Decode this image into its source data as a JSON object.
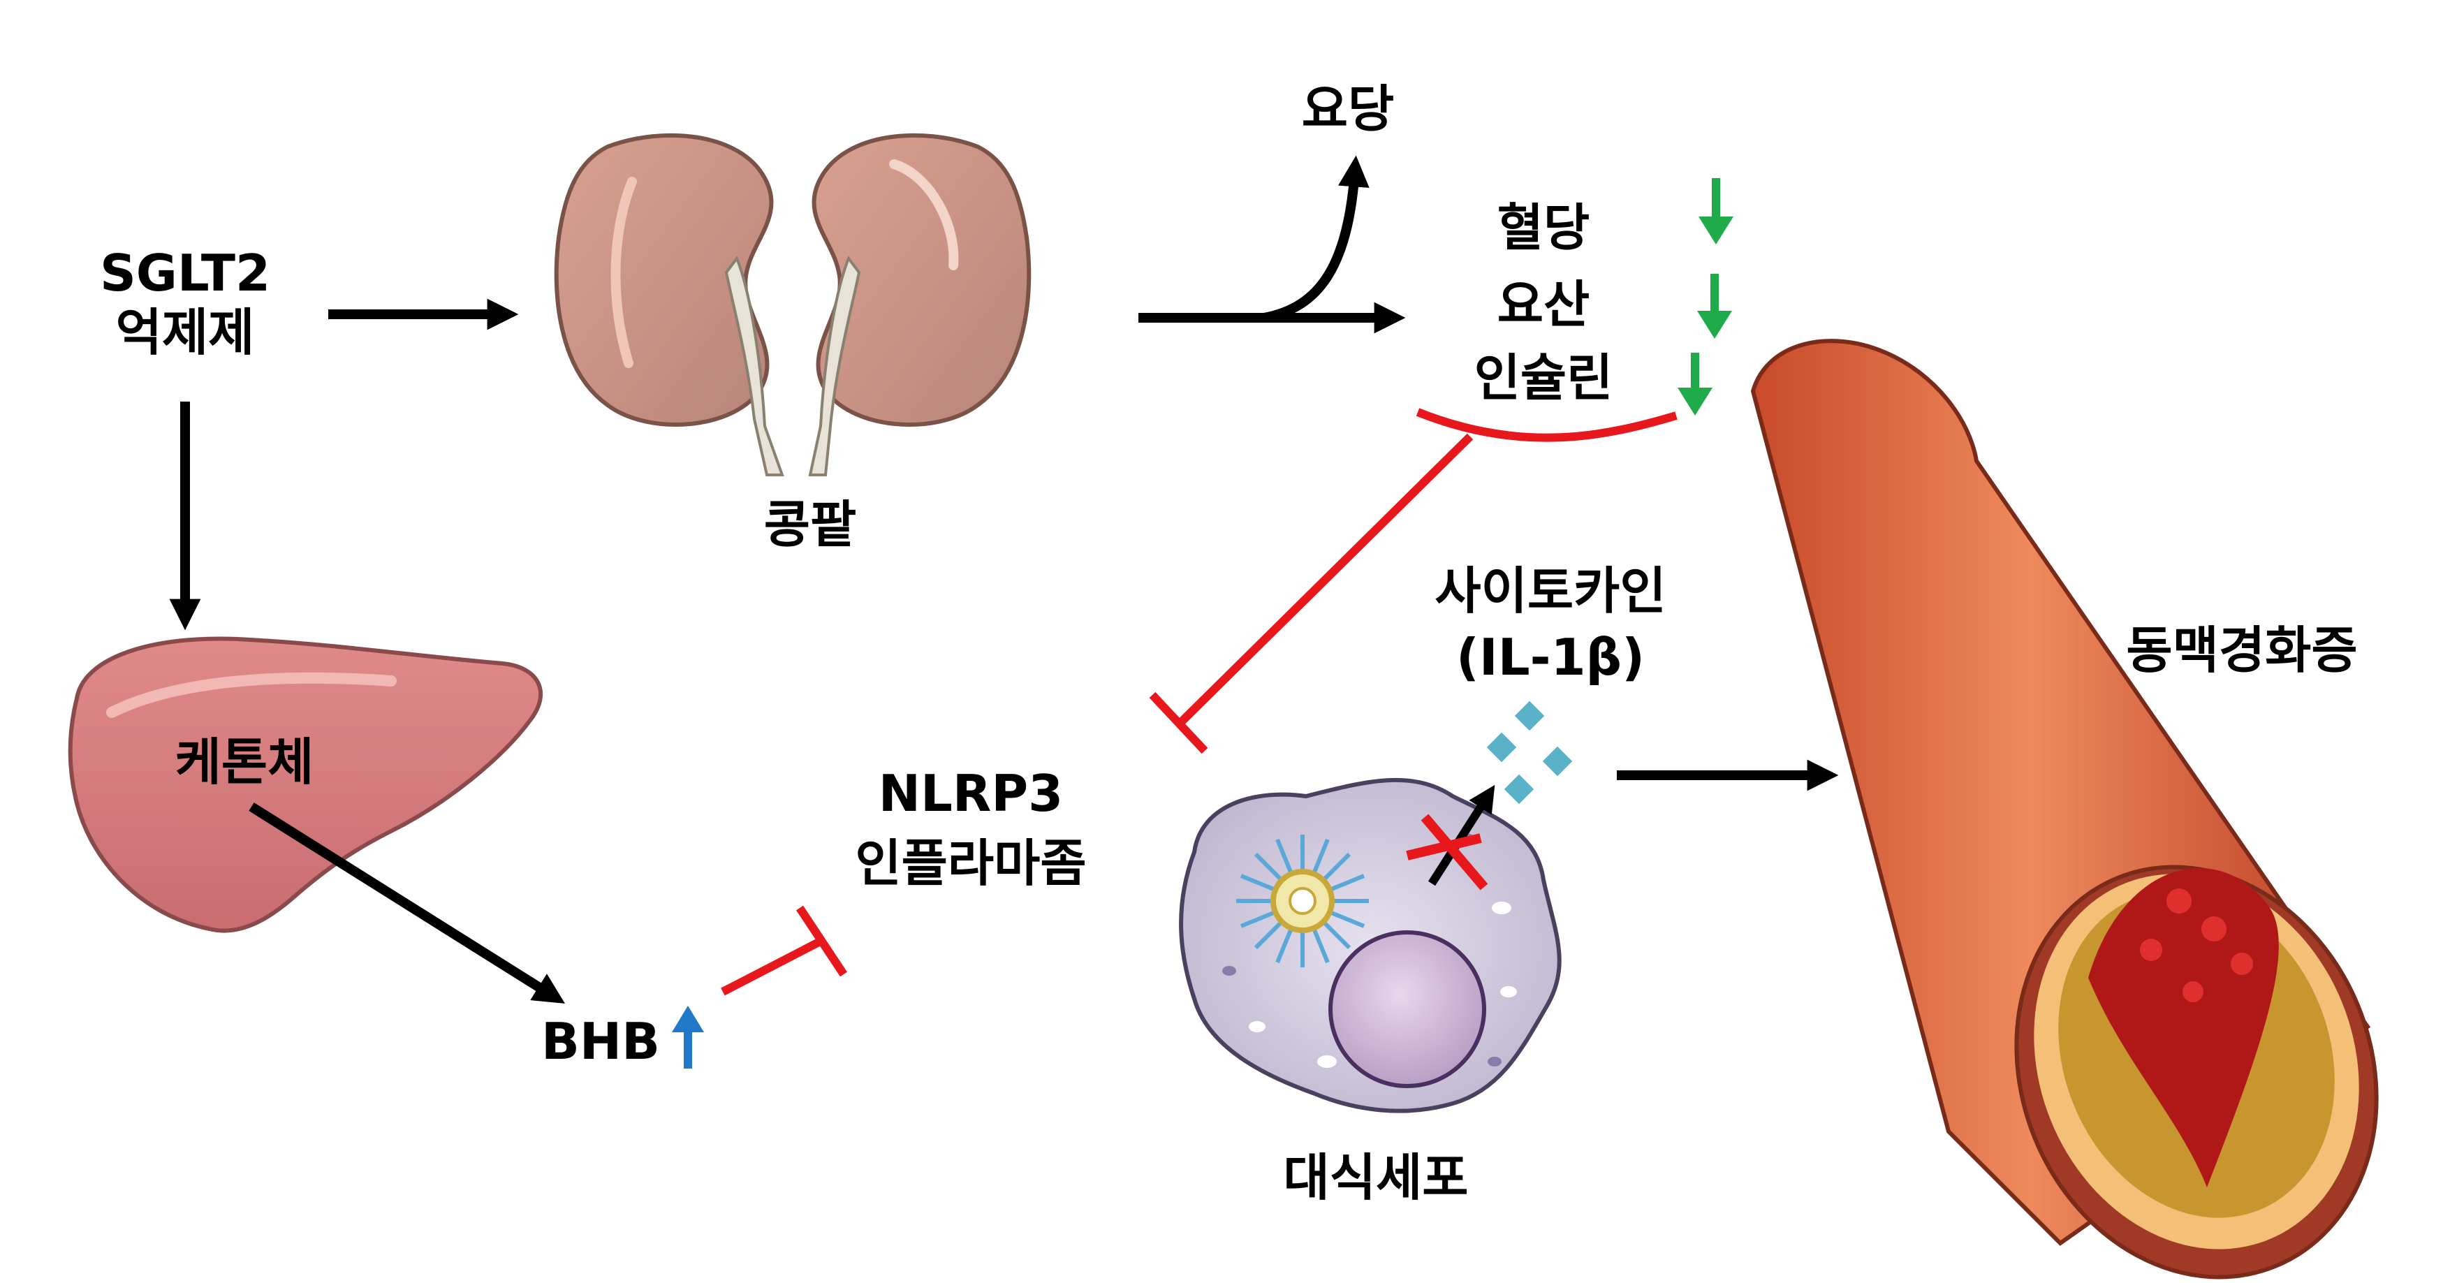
{
  "labels": {
    "sglt2": "SGLT2",
    "inhibitor": "억제제",
    "kidney": "콩팥",
    "urine_glucose": "요당",
    "blood_glucose": "혈당",
    "uric_acid": "요산",
    "insulin": "인슐린",
    "ketone_body": "케톤체",
    "bhb": "BHB",
    "nlrp3": "NLRP3",
    "inflammasome": "인플라마좀",
    "cytokine": "사이토카인",
    "il1b": "(IL-1β)",
    "macrophage": "대식세포",
    "atherosclerosis": "동맥경화증"
  },
  "colors": {
    "activation_arrow": "#000000",
    "inhibition": "#e8171b",
    "decrease_arrow": "#1fab4a",
    "increase_arrow": "#1f78c8",
    "cytokine_particles": "#5ab2c8"
  },
  "icons": {
    "kidneys": "kidney-pair-icon",
    "liver": "liver-icon",
    "macrophage": "macrophage-cell-icon",
    "artery": "artery-cross-section-icon"
  }
}
